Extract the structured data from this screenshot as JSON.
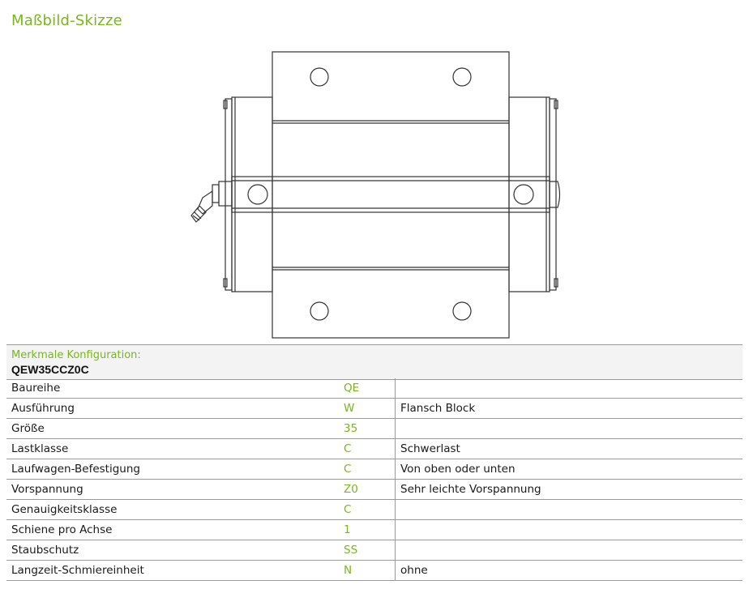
{
  "title": "Maßbild-Skizze",
  "config": {
    "label": "Merkmale Konfiguration:",
    "code": "QEW35CCZ0C"
  },
  "rows": [
    {
      "name": "Baureihe",
      "code": "QE",
      "desc": ""
    },
    {
      "name": "Ausführung",
      "code": "W",
      "desc": "Flansch Block"
    },
    {
      "name": "Größe",
      "code": "35",
      "desc": ""
    },
    {
      "name": "Lastklasse",
      "code": "C",
      "desc": "Schwerlast"
    },
    {
      "name": "Laufwagen-Befestigung",
      "code": "C",
      "desc": "Von oben oder unten"
    },
    {
      "name": "Vorspannung",
      "code": "Z0",
      "desc": "Sehr leichte Vorspannung"
    },
    {
      "name": "Genauigkeitsklasse",
      "code": "C",
      "desc": ""
    },
    {
      "name": "Schiene pro Achse",
      "code": "1",
      "desc": ""
    },
    {
      "name": "Staubschutz",
      "code": "SS",
      "desc": ""
    },
    {
      "name": "Langzeit-Schmiereinheit",
      "code": "N",
      "desc": "ohne"
    }
  ],
  "colors": {
    "accent": "#7ab51d",
    "header_bg": "#f3f3f3",
    "rule": "#9a9a9a"
  }
}
